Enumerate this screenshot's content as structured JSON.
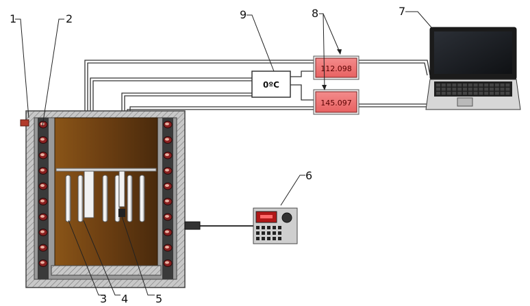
{
  "labels": {
    "furnace_wall": "1",
    "heating_element": "2",
    "rod_3": "3",
    "rod_4": "4",
    "rod_5": "5",
    "controller": "6",
    "laptop": "7",
    "data_loggers": "8",
    "cold_junction": "9"
  },
  "cold_junction": {
    "temperature": "0ºC"
  },
  "data_loggers": [
    {
      "reading": "112.098"
    },
    {
      "reading": "145.097"
    }
  ],
  "icons": [
    "laptop-icon",
    "temperature-controller-icon",
    "furnace-icon"
  ],
  "colors": {
    "readout_bg": "#f07a7a",
    "bath": "#7a4a1a",
    "insulation": "#bdbdbd"
  }
}
